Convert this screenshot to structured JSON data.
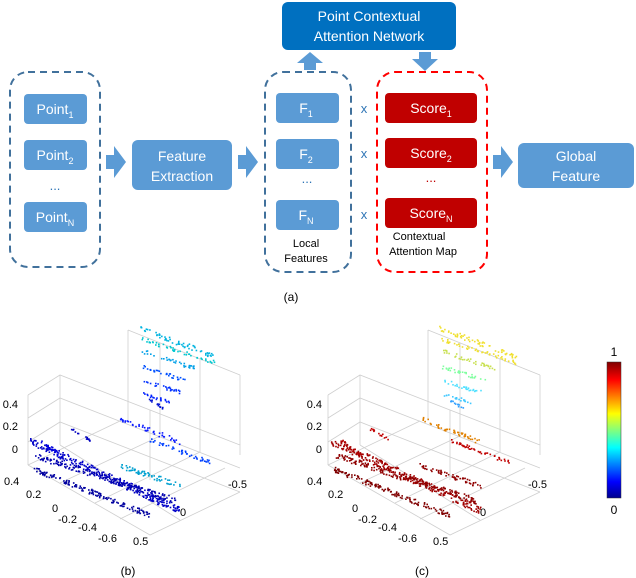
{
  "diagram": {
    "inputs": [
      {
        "text": "Point",
        "sub": "1"
      },
      {
        "text": "Point",
        "sub": "2"
      },
      {
        "text": "...",
        "sub": ""
      },
      {
        "text": "Point",
        "sub": "N"
      }
    ],
    "feature_extraction": [
      "Feature",
      "Extraction"
    ],
    "features": [
      {
        "text": "F",
        "sub": "1"
      },
      {
        "text": "F",
        "sub": "2"
      },
      {
        "text": "...",
        "sub": ""
      },
      {
        "text": "F",
        "sub": "N"
      }
    ],
    "local_features_label": [
      "Local",
      "Features"
    ],
    "multiply_symbol": "x",
    "scores": [
      {
        "text": "Score",
        "sub": "1"
      },
      {
        "text": "Score",
        "sub": "2"
      },
      {
        "text": "...",
        "sub": ""
      },
      {
        "text": "Score",
        "sub": "N"
      }
    ],
    "attention_map_label": [
      "Contextual",
      "Attention Map"
    ],
    "network": [
      "Point Contextual",
      "Attention Network"
    ],
    "global_feature": [
      "Global",
      "Feature"
    ],
    "caption_a": "(a)"
  },
  "plots": {
    "caption_b": "(b)",
    "caption_c": "(c)",
    "z_ticks": [
      "0.4",
      "0.2",
      "0"
    ],
    "y_ticks": [
      "0.4",
      "0.2",
      "0",
      "-0.2",
      "-0.4",
      "-0.6"
    ],
    "x_ticks": [
      "-0.5",
      "0",
      "0.5"
    ],
    "colorbar": {
      "max": "1",
      "min": "0"
    }
  },
  "colors": {
    "box_blue": "#5b9bd5",
    "box_blue_dark": "#2e75b6",
    "network_blue": "#0070c0",
    "score_red": "#c00000",
    "dash_blue": "#41719c",
    "dash_red": "#ff0000",
    "arrow_blue": "#5b9bd5"
  }
}
